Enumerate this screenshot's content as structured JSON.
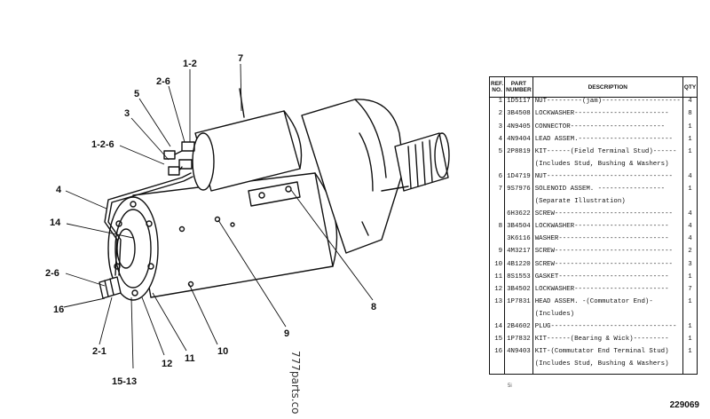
{
  "callouts": {
    "c7": "7",
    "c1_2": "1-2",
    "c2_6_top": "2-6",
    "c5": "5",
    "c3": "3",
    "c1_2_6": "1-2-6",
    "c4": "4",
    "c14": "14",
    "c2_6_left": "2-6",
    "c16": "16",
    "c2_1": "2-1",
    "c15_13": "15-13",
    "c12": "12",
    "c11": "11",
    "c10": "10",
    "c9": "9",
    "c8": "8"
  },
  "watermark": "777parts.co",
  "figure_number": "229069",
  "small_mark": "5i",
  "table": {
    "headers": {
      "ref": "REF. NO.",
      "part": "PART NUMBER",
      "desc": "DESCRIPTION",
      "qty": "QTY"
    },
    "rows": [
      {
        "ref": "1",
        "part": "1D5117",
        "desc": "NUT---------(jam)--------------------",
        "qty": "4"
      },
      {
        "ref": "2",
        "part": "3B4508",
        "desc": "LOCKWASHER------------------------",
        "qty": "8"
      },
      {
        "ref": "3",
        "part": "4N9405",
        "desc": "CONNECTOR------------------------",
        "qty": "1"
      },
      {
        "ref": "4",
        "part": "4N9404",
        "desc": "LEAD ASSEM.------------------------",
        "qty": "1"
      },
      {
        "ref": "5",
        "part": "2P8819",
        "desc": "KIT------(Field Terminal Stud)------",
        "qty": "1"
      },
      {
        "ref": "",
        "part": "",
        "desc": "(Includes Stud, Bushing & Washers)",
        "qty": ""
      },
      {
        "ref": "6",
        "part": "1D4719",
        "desc": "NUT--------------------------------",
        "qty": "4"
      },
      {
        "ref": "7",
        "part": "9S7976",
        "desc": "SOLENOID ASSEM. -----------------",
        "qty": "1"
      },
      {
        "ref": "",
        "part": "",
        "desc": "(Separate Illustration)",
        "qty": ""
      },
      {
        "ref": "",
        "part": "6H3622",
        "desc": "SCREW------------------------------",
        "qty": "4"
      },
      {
        "ref": "8",
        "part": "3B4504",
        "desc": "LOCKWASHER------------------------",
        "qty": "4"
      },
      {
        "ref": "",
        "part": "3K6116",
        "desc": "WASHER----------------------------",
        "qty": "4"
      },
      {
        "ref": "9",
        "part": "4M3217",
        "desc": "SCREW------------------------------",
        "qty": "2"
      },
      {
        "ref": "10",
        "part": "4B1220",
        "desc": "SCREW------------------------------",
        "qty": "3"
      },
      {
        "ref": "11",
        "part": "8S1553",
        "desc": "GASKET----------------------------",
        "qty": "1"
      },
      {
        "ref": "12",
        "part": "3B4502",
        "desc": "LOCKWASHER------------------------",
        "qty": "7"
      },
      {
        "ref": "13",
        "part": "1P7831",
        "desc": "HEAD ASSEM. -(Commutator End)-",
        "qty": "1"
      },
      {
        "ref": "",
        "part": "",
        "desc": "(Includes)",
        "qty": ""
      },
      {
        "ref": "14",
        "part": "2B4602",
        "desc": "PLUG--------------------------------",
        "qty": "1"
      },
      {
        "ref": "15",
        "part": "1P7832",
        "desc": "KIT------(Bearing & Wick)---------",
        "qty": "1"
      },
      {
        "ref": "16",
        "part": "4N9403",
        "desc": "KIT-(Commutator End Terminal Stud)",
        "qty": "1"
      },
      {
        "ref": "",
        "part": "",
        "desc": "(Includes Stud, Bushing & Washers)",
        "qty": ""
      }
    ]
  }
}
